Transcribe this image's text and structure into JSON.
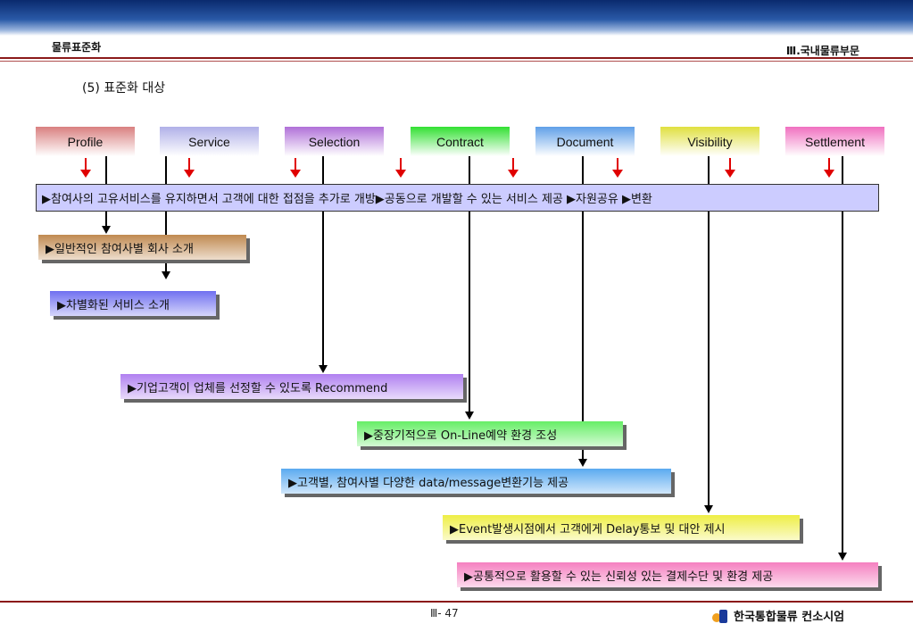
{
  "header": {
    "left_title": "물류표준화",
    "right_title": "Ⅲ.국내물류부문"
  },
  "section_title": "(5) 표준화 대상",
  "categories": [
    {
      "label": "Profile",
      "color": "#d98080"
    },
    {
      "label": "Service",
      "color": "#b0b0e8"
    },
    {
      "label": "Selection",
      "color": "#b070d8"
    },
    {
      "label": "Contract",
      "color": "#33e033"
    },
    {
      "label": "Document",
      "color": "#60a0e8"
    },
    {
      "label": "Visibility",
      "color": "#e0e040"
    },
    {
      "label": "Settlement",
      "color": "#f070c0"
    }
  ],
  "main_bar": "▶참여사의 고유서비스를 유지하면서 고객에 대한 접점을 추가로 개방▶공동으로 개발할 수 있는 서비스 제공 ▶자원공유 ▶변환",
  "boxes": [
    {
      "label": "▶일반적인 참여사별 회사 소개",
      "color": "#c08a50"
    },
    {
      "label": "▶차별화된 서비스 소개",
      "color": "#7070f0"
    },
    {
      "label": "▶기업고객이 업체를 선정할 수 있도록 Recommend",
      "color": "#b080f0"
    },
    {
      "label": "▶중장기적으로 On-Line예약 환경 조성",
      "color": "#66ee66"
    },
    {
      "label": "▶고객별, 참여사별 다양한 data/message변환기능 제공",
      "color": "#5aaaf0"
    },
    {
      "label": "▶Event발생시점에서 고객에게 Delay통보 및 대안 제시",
      "color": "#eeee44"
    },
    {
      "label": "▶공통적으로 활용할 수 있는 신뢰성 있는 결제수단 및 환경 제공",
      "color": "#f580c0"
    }
  ],
  "footer": {
    "page": "Ⅲ- 47",
    "company": "한국통합물류 컨소시엄",
    "logo_colors": [
      "#f0a020",
      "#1a3a9a"
    ]
  }
}
